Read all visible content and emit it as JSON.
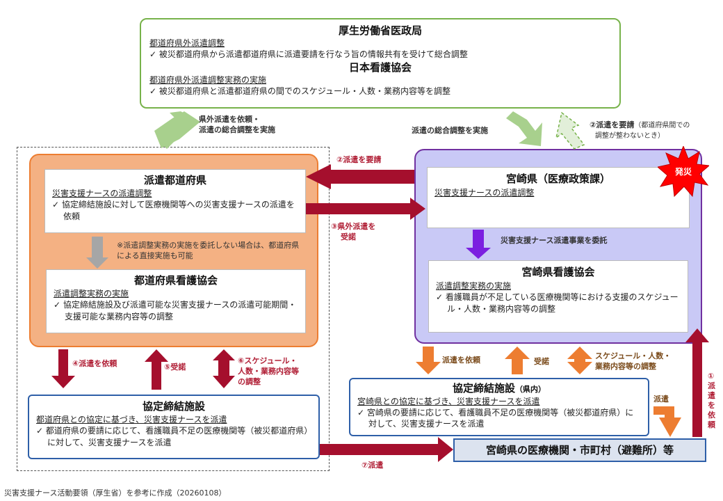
{
  "mhlw": {
    "title": "厚生労働省医政局",
    "section": "都道府県外派遣調整",
    "item": "被災都道府県から派遣都道府県に派遣要請を行なう旨の情報共有を受けて総合調整"
  },
  "jna": {
    "title": "日本看護協会",
    "section": "都道府県外派遣調整実務の実施",
    "item": "被災都道府県と派遣都道府県の間でのスケジュール・人数・業務内容等を調整"
  },
  "dispatch_pref": {
    "title": "派遣都道府県",
    "section": "災害支援ナースの派遣調整",
    "item": "協定締結施設に対して医療機関等への災害支援ナースの派遣を依頼"
  },
  "note": "※派遣調整実務の実施を委託しない場合は、都道府県による直接実施も可能",
  "pref_nurse": {
    "title": "都道府県看護協会",
    "section": "派遣調整実務の実施",
    "item": "協定締結施設及び派遣可能な災害支援ナースの派遣可能期間・支援可能な業務内容等の調整"
  },
  "miyazaki": {
    "title": "宮崎県（医療政策課）",
    "section": "災害支援ナースの派遣調整"
  },
  "burst": "発災",
  "miyazaki_nurse": {
    "title": "宮崎県看護協会",
    "section": "派遣調整実務の実施",
    "item": "看護職員が不足している医療機関等における支援のスケジュール・人数・業務内容等の調整"
  },
  "facility_left": {
    "title": "協定締結施設",
    "section": "都道府県との協定に基づき、災害支援ナースを派遣",
    "item": "都道府県の要請に応じて、看護職員不足の医療機関等（被災都道府県）に対して、災害支援ナースを派遣"
  },
  "facility_right": {
    "title": "協定締結施設",
    "title_suffix": "（県内）",
    "section": "宮崎県との協定に基づき、災害支援ナースを派遣",
    "item": "宮崎県の要請に応じて、看護職員不足の医療機関等（被災都道府県）に対して、災害支援ナースを派遣"
  },
  "destination": "宮崎県の医療機関・市町村（避難所）等",
  "labels": {
    "outside_request": "県外派遣を依頼・",
    "outside_request2": "派遣の総合調整を実施",
    "coordinate": "派遣の総合調整を実施",
    "req2_main": "②派遣を要請",
    "req2_note": "（都道府県間での",
    "req2_note2": "調整が整わないとき）",
    "req2_left": "②派遣を要請",
    "accept3a": "③県外派遣を",
    "accept3b": "受諾",
    "commission": "災害支援ナース派遣事業を委託",
    "req4": "④派遣を依頼",
    "acc5": "⑤受諾",
    "sched6a": "⑥スケジュール・",
    "sched6b": "人数・業務内容等",
    "sched6c": "の調整",
    "m_request": "派遣を依頼",
    "m_accept": "受諾",
    "m_sched1": "スケジュール・人数・",
    "m_sched2": "業務内容等の調整",
    "m_dispatch": "派遣",
    "req1a": "①",
    "req1b": "派",
    "req1c": "遣",
    "req1d": "を",
    "req1e": "依",
    "req1f": "頼",
    "disp7": "⑦派遣"
  },
  "footer": "災害支援ナース活動要領（厚生省）を参考に作成（20260108）",
  "colors": {
    "green": "#77b24a",
    "orange_bg": "#f4b183",
    "orange_border": "#ed7d31",
    "purple_bg": "#c9c9f6",
    "purple_border": "#7030a0",
    "blue_border": "#2e5fa8",
    "crimson": "#a50f2d",
    "orange_arrow": "#ed7d31",
    "violet_arrow": "#7b1fe0",
    "gray_arrow": "#a6a6a6",
    "green_arrow": "#a8d08d"
  }
}
